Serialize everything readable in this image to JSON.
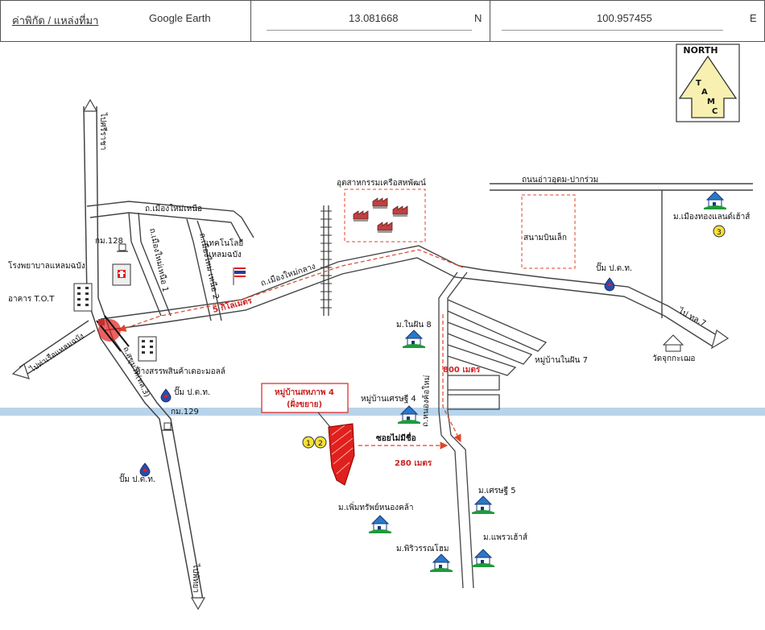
{
  "header": {
    "coords_label": "ค่าพิกัด / แหล่งที่มา",
    "source": "Google Earth",
    "lat": "13.081668",
    "lat_dir": "N",
    "lon": "100.957455",
    "lon_dir": "E"
  },
  "compass": {
    "title": "NORTH",
    "letters": [
      "T",
      "A",
      "M",
      "C"
    ]
  },
  "labels": {
    "to_sriracha": "ไปศรีราชา",
    "to_pattaya": "ไปพัทยา",
    "to_laemchabang_port": "ไปท่าเรือแหลมฉบัง",
    "to_route7": "ไป ทล.7",
    "hospital": "โรงพยาบาลแหลมฉบัง",
    "tot_building": "อาคาร T.O.T",
    "km128": "กม.128",
    "km129": "กม.129",
    "rd_muang_mai_nuea": "ถ.เมืองใหม่เหนือ",
    "rd_muang_mai_klang": "ถ.เมืองใหม่กลาง",
    "rd_muang_mai_nuea1": "ถ.เมืองใหม่เหนือ 1",
    "rd_muang_mai_nuea2": "ถ.เมืองใหม่ เหนือ 2",
    "tech_college": "เทคโนโลยีแหลมฉบัง",
    "dist_5km": "5 กิโลเมตร",
    "industrial_estate": "อุตสาหกรรมเครือสหพัฒน์",
    "rd_ao_udom": "ถนนอ่าวอุดม-ปากร่วม",
    "small_airport": "สนามบินเล็ก",
    "muang_thong_land": "ม.เมืองทองแลนด์เฮ้าส์",
    "gas_station_ptt": "ปั๊ม ป.ต.ท.",
    "ban_nai_fun_8": "ม.ในฝัน 8",
    "ban_nai_fun_7": "หมู่บ้านในฝัน 7",
    "wat_chuk": "วัดจุกกะเฌอ",
    "dist_800m": "800 เมตร",
    "rd_nong_kho_mai": "ถ.หนองค้อใหม่",
    "ban_setthi_4": "หมู่บ้านเศรษฐี 4",
    "department_store": "ห้างสรรพสินค้าเดอะมอลล์",
    "sukhumvit": "ถ.สุขุมวิท(ทล.3)",
    "project_title": "หมู่บ้านสหภาพ 4",
    "project_subtitle": "(ฝั่งขยาย)",
    "soi_no_name": "ซอยไม่มีชื่อ",
    "dist_280m": "280 เมตร",
    "setthi_5": "ม.เศรษฐี 5",
    "perm_sap": "ม.เพิ่มทรัพย์หนองคล้า",
    "phraew_hao": "ม.แพรวเฮ้าส์",
    "phiwan_home": "ม.พิริวรรณโฮม",
    "marker_1": "1",
    "marker_2": "2",
    "marker_3": "3"
  },
  "colors": {
    "road": "#444444",
    "route": "#e0442a",
    "distance_text": "#cc2222",
    "highlight": "#b8d4ea",
    "property": "#e0201c"
  }
}
